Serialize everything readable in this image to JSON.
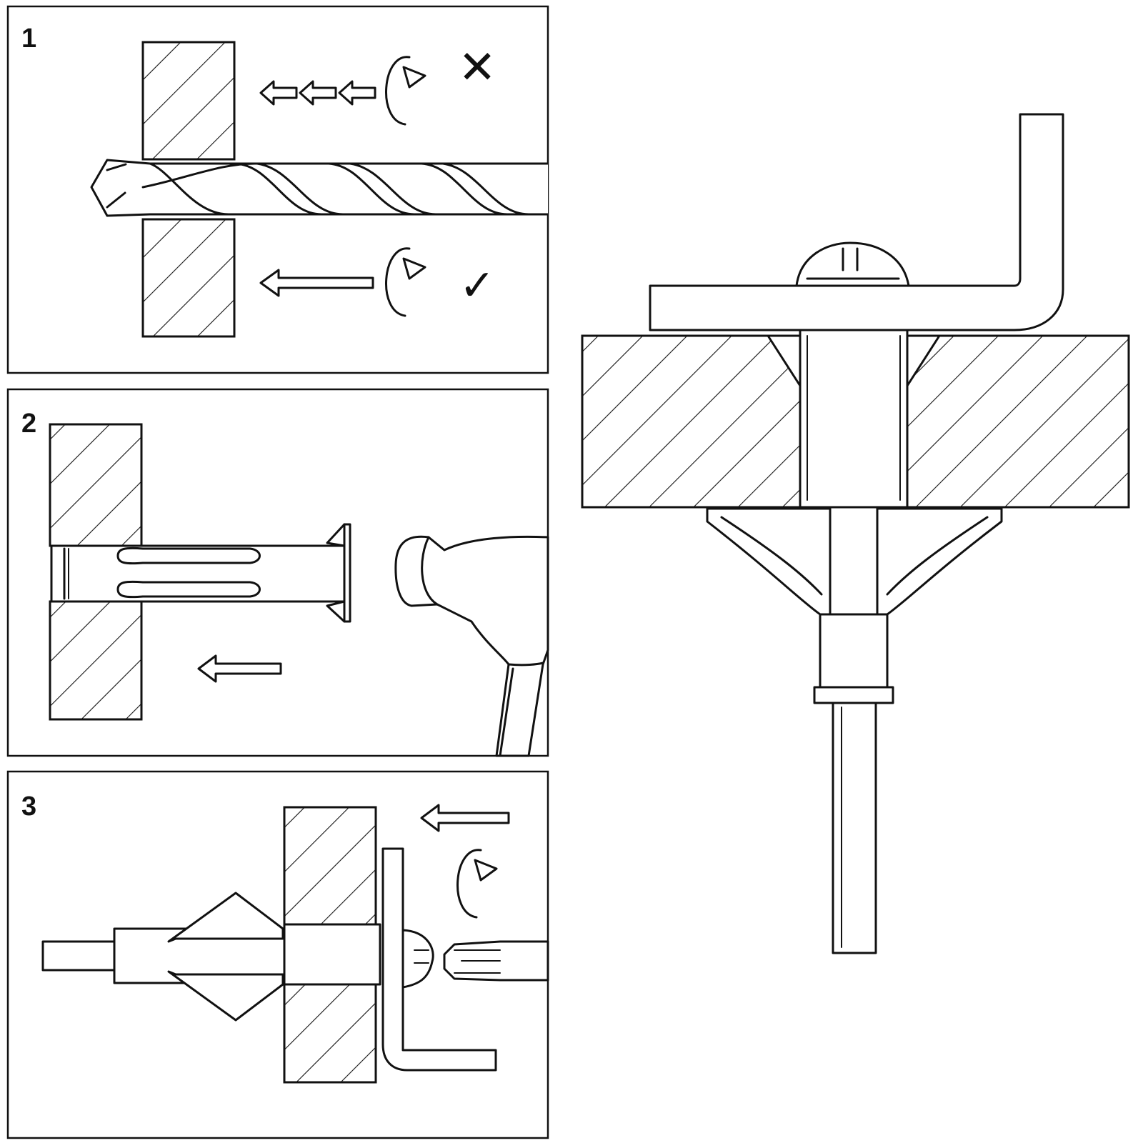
{
  "steps": [
    {
      "number": "1",
      "wrong_mark": "✕",
      "right_mark": "✓"
    },
    {
      "number": "2"
    },
    {
      "number": "3"
    }
  ],
  "icons": {
    "wall_section": "hatched-wall-icon",
    "drill_bit": "drill-bit-icon",
    "hammer": "hammer-icon",
    "screwdriver": "screwdriver-icon",
    "rotation": "rotate-clockwise-icon",
    "push_arrow": "arrow-left-icon",
    "hammer_drill_arrows": "triple-arrow-left-icon",
    "anchor": "hollow-wall-anchor-icon",
    "bracket": "l-bracket-icon"
  },
  "colors": {
    "line": "#111111",
    "background": "#ffffff"
  }
}
